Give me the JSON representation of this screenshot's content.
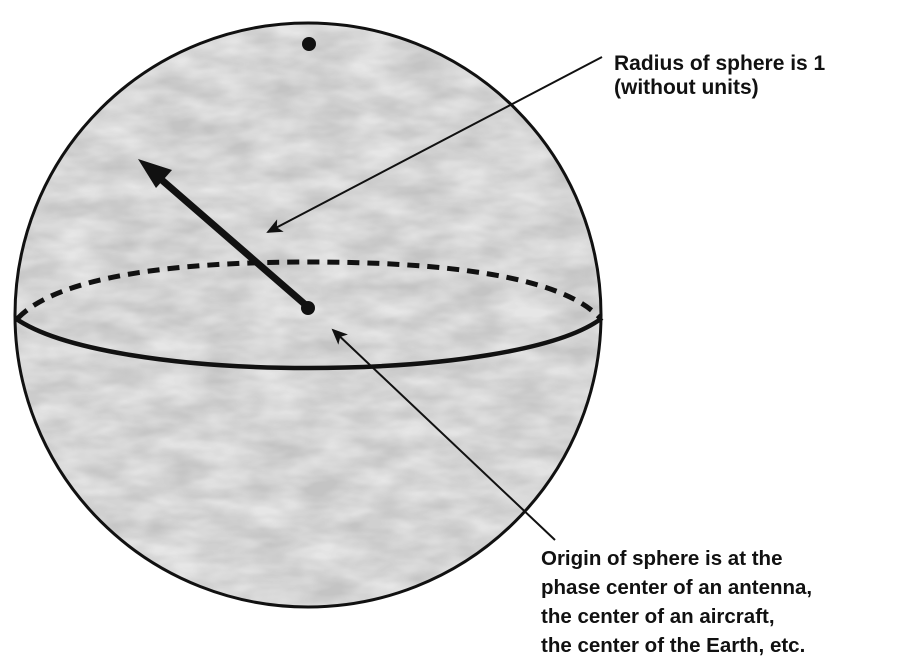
{
  "diagram": {
    "radius_label": [
      "Radius of sphere is 1",
      "(without units)"
    ],
    "origin_label": [
      "Origin of sphere is at the",
      "phase center of an antenna,",
      "the center of an aircraft,",
      "the center of the Earth, etc."
    ]
  },
  "colors": {
    "ink": "#111111",
    "shade": "#c8c8c8",
    "background": "#ffffff"
  }
}
